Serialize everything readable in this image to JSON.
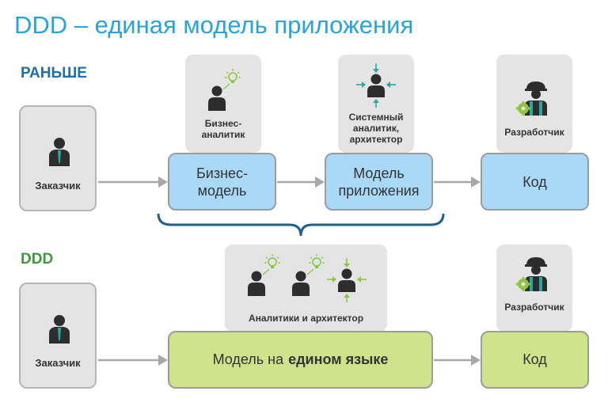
{
  "title": "DDD – единая модель приложения",
  "before_section": {
    "label": "РАНЬШЕ",
    "customer": "Заказчик",
    "business_analyst": "Бизнес-\nаналитик",
    "system_analyst": "Системный\nаналитик,\nархитектор",
    "developer": "Разработчик",
    "business_model": "Бизнес-\nмодель",
    "app_model": "Модель\nприложения",
    "code": "Код"
  },
  "ddd_section": {
    "label": "DDD",
    "customer": "Заказчик",
    "analysts_architects": "Аналитики и архитектор",
    "developer": "Разработчик",
    "model_prefix": "Модель на",
    "model_emphasis": "едином языке",
    "code": "Код"
  },
  "colors": {
    "title": "#27a3dd",
    "before_label": "#1f6fa8",
    "ddd_label": "#3a9a3a",
    "blue_box": "#a9d9f6",
    "green_box": "#cfe38a",
    "gray_card": "#e4e4e4",
    "brace": "#1f5f8f"
  }
}
